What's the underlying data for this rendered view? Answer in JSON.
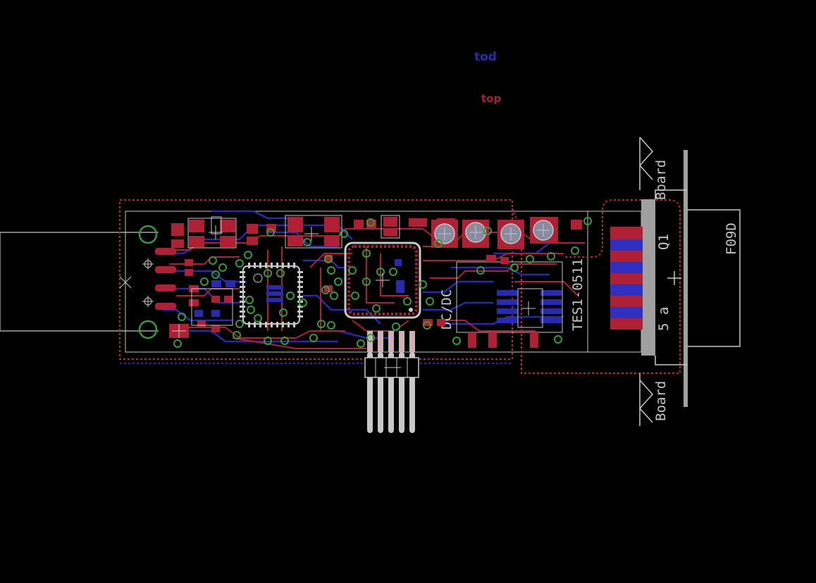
{
  "labels": {
    "bottom_layer": "tod",
    "top_layer": "top"
  },
  "silkscreen": {
    "board_top": "Board",
    "board_bottom": "Board",
    "connector_name": "F09D",
    "pin_one": "Q1",
    "pin_five": "5 a",
    "part_number": "TES1-0511",
    "part_label": "DC/DC"
  },
  "colors": {
    "background": "#000000",
    "bottom_copper": "#2a2ab0",
    "top_copper": "#b02035",
    "via": "#30a030",
    "outline": "#c8c8c8",
    "keepout": "#c02050"
  }
}
